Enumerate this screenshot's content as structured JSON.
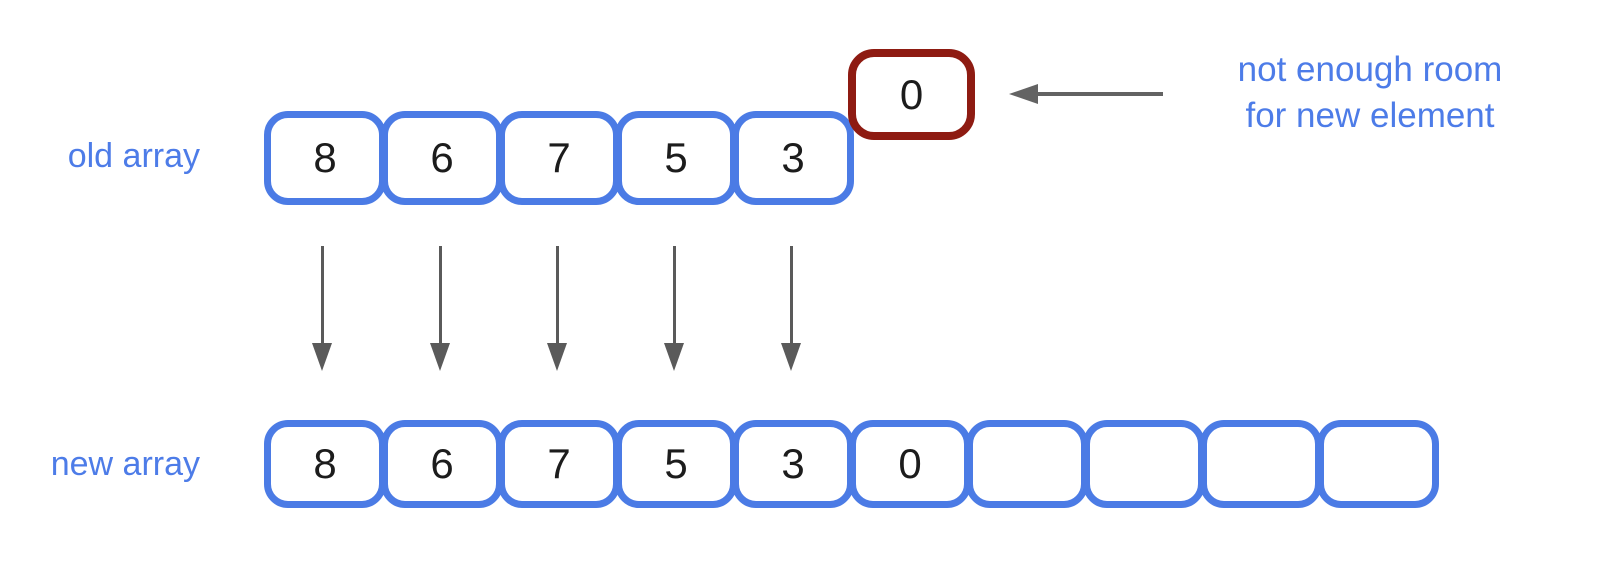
{
  "diagram": {
    "old_array": {
      "label": "old array",
      "cells": [
        "8",
        "6",
        "7",
        "5",
        "3"
      ]
    },
    "overflow_cell": {
      "value": "0"
    },
    "annotation": {
      "line1": "not enough room",
      "line2": "for new element"
    },
    "new_array": {
      "label": "new array",
      "cells": [
        "8",
        "6",
        "7",
        "5",
        "3",
        "0",
        "",
        "",
        "",
        ""
      ]
    },
    "icons": {
      "down_arrow": "copy-element-down-arrow",
      "left_arrow": "points-to-overflow-cell-arrow"
    },
    "colors": {
      "array_border_blue": "#4B7BE5",
      "label_text_blue": "#4D7CE8",
      "overflow_border_dark_red": "#8E1B12",
      "arrow_gray": "#5a5a5a",
      "number_text": "#1c1c1c",
      "background": "#ffffff"
    }
  }
}
